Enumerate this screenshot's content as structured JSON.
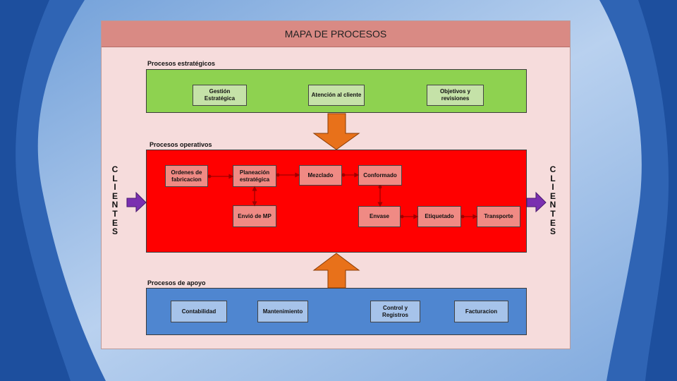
{
  "title": "MAPA DE PROCESOS",
  "sections": {
    "strategic": {
      "label": "Procesos estratégicos",
      "boxes": [
        "Gestión\nEstratégica",
        "Atención al cliente",
        "Objetivos y\nrevisiones"
      ]
    },
    "operative": {
      "label": "Procesos operativos",
      "boxes": [
        "Ordenes de\nfabricacion",
        "Planeación\nestratégica",
        "Mezclado",
        "Conformado",
        "Envió de MP",
        "Envase",
        "Etiquetado",
        "Transporte"
      ]
    },
    "support": {
      "label": "Procesos de apoyo",
      "boxes": [
        "Contabilidad",
        "Mantenimiento",
        "Control y\nRegistros",
        "Facturacion"
      ]
    }
  },
  "clients": {
    "left": "CLIENTES",
    "right": "CLIENTES"
  },
  "colors": {
    "strategic": "#8ed250",
    "operative": "#ff0000",
    "support": "#4f86d0",
    "big_arrow": "#e8711a",
    "client_arrow": "#7a2fb0",
    "flow_arrow": "#b00000"
  }
}
